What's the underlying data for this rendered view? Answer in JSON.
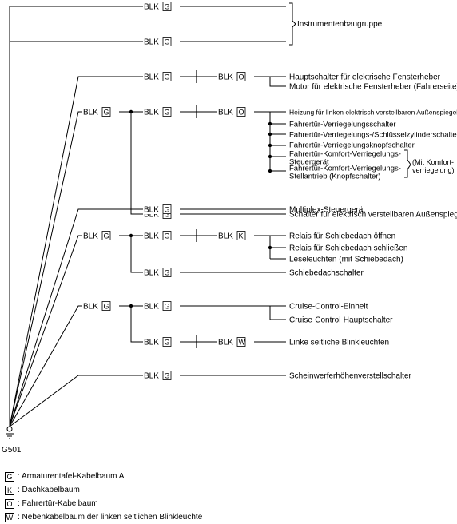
{
  "wire_color": "BLK",
  "ground": {
    "label": "G501"
  },
  "groups": {
    "instrument": "Instrumentenbaugruppe",
    "comfort_note": "(Mit Komfort-\nverriegelung)"
  },
  "components": [
    "Hauptschalter für elektrische Fensterheber",
    "Motor für elektrische Fensterheber (Fahrerseite)",
    "Heizung für linken elektrisch verstellbaren Außenspiegel",
    "Fahrertür-Verriegelungsschalter",
    "Fahrertür-Verriegelungs-/Schlüsselzylinderschalter",
    "Fahrertür-Verriegelungsknopfschalter",
    "Fahrertür-Komfort-Verriegelungs-\nSteuergerät",
    "Fahrertür-Komfort-Verriegelungs-\nStellantrieb (Knopfschalter)",
    "Schalter für elektrisch verstellbaren Außenspiegel",
    "Multiplex-Steuergerät",
    "Relais für Schiebedach öffnen",
    "Relais für Schiebedach schließen",
    "Leseleuchten (mit Schiebedach)",
    "Schiebedachschalter",
    "Cruise-Control-Einheit",
    "Cruise-Control-Hauptschalter",
    "Linke seitliche Blinkleuchten",
    "Scheinwerferhöhenverstellschalter"
  ],
  "legend": [
    {
      "code": "G",
      "text": ": Armaturentafel-Kabelbaum A"
    },
    {
      "code": "K",
      "text": ": Dachkabelbaum"
    },
    {
      "code": "O",
      "text": ": Fahrertür-Kabelbaum"
    },
    {
      "code": "W",
      "text": ": Nebenkabelbaum der linken seitlichen Blinkleuchte"
    }
  ]
}
